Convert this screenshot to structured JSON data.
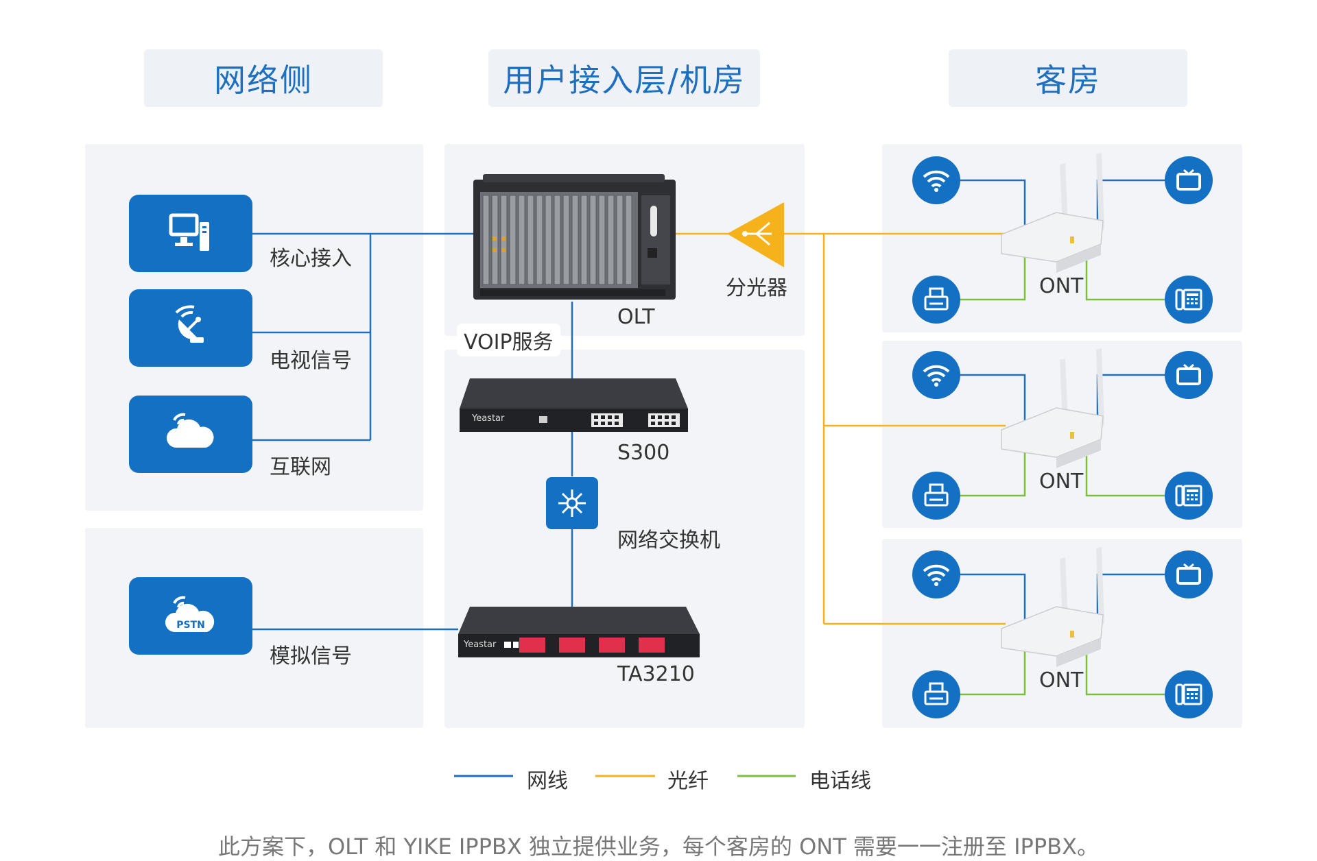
{
  "headers": {
    "network": "网络侧",
    "access": "用户接入层/机房",
    "rooms": "客房"
  },
  "network_side": {
    "core": "核心接入",
    "tv": "电视信号",
    "internet": "互联网",
    "analog": "模拟信号",
    "pstn_badge": "PSTN"
  },
  "access_layer": {
    "olt": "OLT",
    "splitter": "分光器",
    "voip": "VOIP服务",
    "s300": "S300",
    "switch": "网络交换机",
    "ta3210": "TA3210",
    "brand": "Yeastar"
  },
  "rooms": {
    "ont_labels": [
      "ONT",
      "ONT",
      "ONT"
    ]
  },
  "legend": {
    "network_line": "网线",
    "fiber": "光纤",
    "phone_line": "电话线"
  },
  "colors": {
    "network_line": "#1e6fbe",
    "fiber": "#f5b21b",
    "phone_line": "#7cbf3a",
    "tile": "#1370c2",
    "panel": "#f3f4f7"
  },
  "footnote": "此方案下，OLT 和 YIKE IPPBX 独立提供业务，每个客房的 ONT 需要一一注册至 IPPBX。"
}
